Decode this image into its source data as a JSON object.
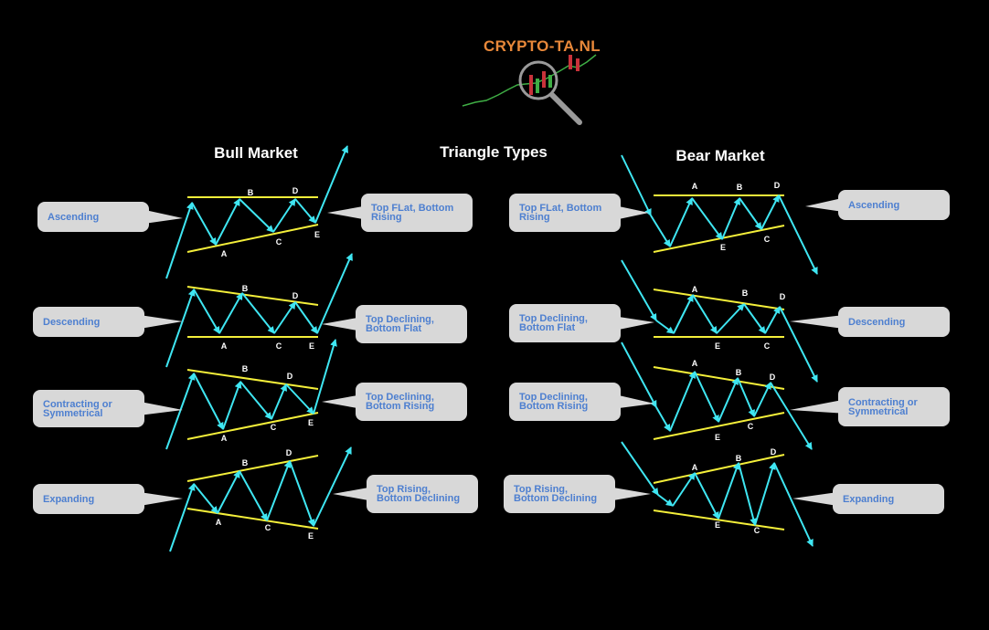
{
  "brand": {
    "name": "CRYPTO-TA.NL",
    "colors": {
      "name": "#e8883a",
      "chart_up": "#3fae45",
      "chart_down": "#c8323a",
      "lens": "#9a9a9a"
    }
  },
  "title": "Triangle Types",
  "columns": {
    "bull": {
      "heading": "Bull Market"
    },
    "bear": {
      "heading": "Bear Market"
    }
  },
  "colors": {
    "boundary_line": "#f4ef3a",
    "price_path": "#3fe6f2",
    "callout_bg": "#d8d8d8",
    "callout_text": "#4d7fd0",
    "background": "#000000"
  },
  "rows": [
    {
      "pattern": "Ascending",
      "description": "Top FLat, Bottom\nRising"
    },
    {
      "pattern": "Descending",
      "description": "Top Declining,\nBottom Flat"
    },
    {
      "pattern": "Contracting or\nSymmetrical",
      "description": "Top Declining,\nBottom Rising"
    },
    {
      "pattern": "Expanding",
      "description": "Top Rising,\nBottom Declining"
    }
  ],
  "wave_points": [
    "A",
    "B",
    "C",
    "D",
    "E"
  ]
}
